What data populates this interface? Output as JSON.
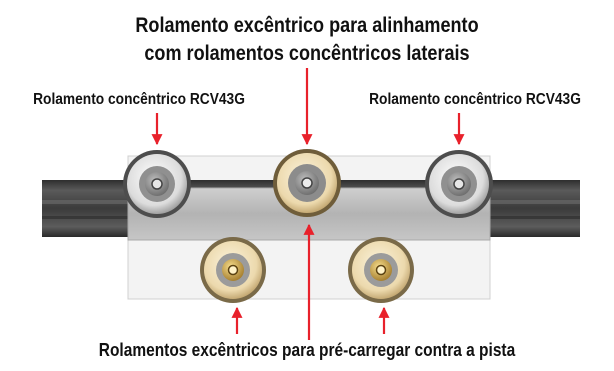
{
  "title_line1": "Rolamento excêntrico para alinhamento",
  "title_line2": "com rolamentos concêntricos laterais",
  "left_label": "Rolamento concêntrico RCV43G",
  "right_label": "Rolamento concêntrico RCV43G",
  "bottom_label": "Rolamentos excêntricos para pré-carregar contra a pista",
  "colors": {
    "arrow": "#e8212b",
    "rail_dark": "#4a4a4a",
    "rail_light": "#9a9a9a",
    "carriage": "#bdbdbd",
    "eccentric_ring": "#f1e2bf",
    "concentric_ring": "#e9e9e9",
    "brass_core": "#c9a24a"
  }
}
